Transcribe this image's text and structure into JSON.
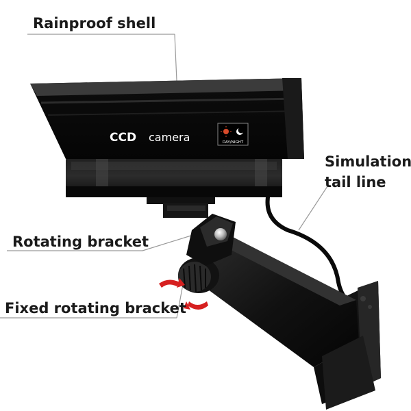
{
  "annotations": {
    "rainproof_shell": "Rainproof shell",
    "simulation_tail_line_1": "Simulation",
    "simulation_tail_line_2": "tail line",
    "rotating_bracket": "Rotating bracket",
    "fixed_rotating_bracket": "Fixed rotating bracket"
  },
  "camera": {
    "brand_text": "CCD",
    "model_text": "camera",
    "sensor_badge_text": "DAY/NIGHT"
  },
  "colors": {
    "body": "#0d0d0d",
    "highlight": "#3a3a3a",
    "leader_line": "#9a9a9a",
    "rotation_arrows": "#d62020",
    "label_text": "#1a1a1a"
  },
  "icons": {
    "sun": "sun-icon",
    "moon": "moon-icon",
    "rotation": "rotation-arrows-icon"
  }
}
